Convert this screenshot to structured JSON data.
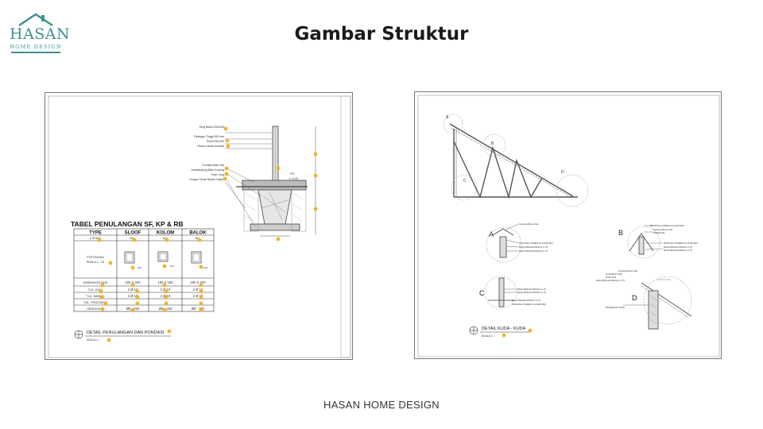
{
  "logo": {
    "name": "HASAN",
    "subtitle": "HOME DESIGN"
  },
  "page_title": "Gambar Struktur",
  "footer": "HASAN HOME DESIGN",
  "left_sheet": {
    "table_title": "TABEL PENULANGAN SF, KP & RB",
    "headers": [
      "TYPE",
      "SLOOF",
      "KOLOM",
      "BALOK"
    ],
    "row_labels": {
      "lokasi": "LOKASI",
      "potongan": "POTONGAN",
      "skala": "SKALA 1 : 10",
      "dimensi": "DIMENSION BHN",
      "atas": "TUL. ATAS",
      "bawah": "TUL. BAWAH",
      "pinggang": "TUL. PINGGANG",
      "sengkang": "SENGKANG"
    },
    "lokasi_values": [
      "ALL",
      "ALL",
      "ALL"
    ],
    "dimensi_values": [
      "150 X 200",
      "150 X 150",
      "150 X 200"
    ],
    "atas_values": [
      "2 Ø 10",
      "2 Ø 10",
      "2 Ø 10"
    ],
    "bawah_values": [
      "2 Ø 10",
      "2 Ø 10",
      "2 Ø 10"
    ],
    "sengkang_values": [
      "Ø8 - 150",
      "Ø8 - 150",
      "Ø8 - 150"
    ],
    "section_dim": "150",
    "detail_title": "DETAIL PENULANGAN DAN PONDASI",
    "detail_scale": "SKALA 1 :",
    "foundation_labels": [
      "Ring Balok 200x150",
      "Tulangan Tinggi 200 mm",
      "Sloof 200x150",
      "Finish Lantai Keramik",
      "Pondasi Batu Kali",
      "Aanstamping Batu Kosong",
      "Pasir Urug",
      "Urugan Tanah Bekas Galian"
    ],
    "ffl_label": "FFL",
    "ffl_value": "+/- 0.00"
  },
  "right_sheet": {
    "truss_markers": [
      "A",
      "B",
      "C",
      "D"
    ],
    "detail_markers": [
      "A",
      "B",
      "C",
      "D"
    ],
    "detail_a_labels": [
      "Genteng Beton Flat",
      "ROOFING SCREW 12-14X20 MM",
      "BAJA RINGAN PROFIL C.75",
      "BAJA RINGAN PROFIL C.75"
    ],
    "detail_b_labels": [
      "ROOFING SCREW 12-14X20 MM",
      "Genteng Beton Flat",
      "RIDGE A/B",
      "ROOFING SCREW 12-14X20 MM",
      "BAJA RINGAN PROFIL C.75",
      "BAJA RINGAN PROFIL C.75"
    ],
    "detail_c_labels": [
      "BAJA RINGAN PROFIL C.75",
      "BAJA RINGAN PROFIL C.75",
      "BAJA RINGAN PROFIL C.75",
      "ROOFING SCREW 12-14X20 MM"
    ],
    "detail_d_labels": [
      "Genteng Beton Flat",
      "DYNABOLT M10",
      "RING ALB",
      "BAJA RINGAN PROFIL C.75",
      "RINGBALOK 15/20"
    ],
    "detail_title": "DETAIL KUDA - KUDA",
    "detail_scale": "SKALA 1 :"
  }
}
